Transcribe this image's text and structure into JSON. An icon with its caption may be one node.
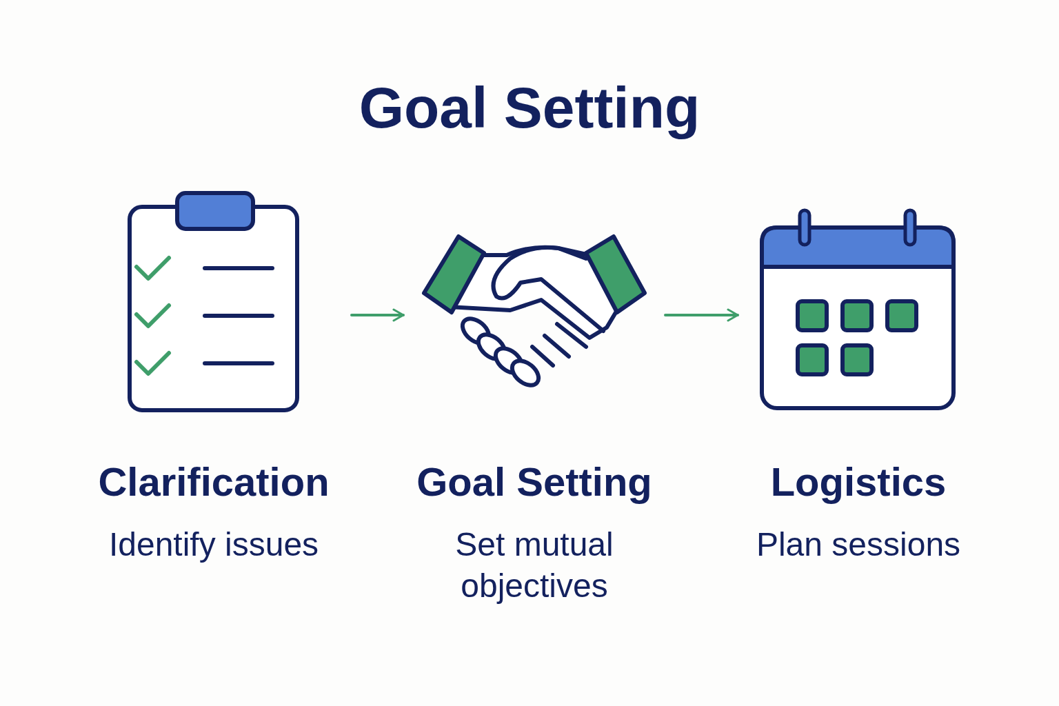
{
  "diagram": {
    "title": "Goal Setting",
    "nodes": [
      {
        "text": [
          "Clarification",
          "Identify issues"
        ]
      },
      {
        "text": [
          "Goal Setting",
          "Set mutual objectives"
        ]
      },
      {
        "text": [
          "Logistics",
          "Plan sessions"
        ]
      }
    ],
    "edges": [
      {
        "from": 0,
        "to": 1,
        "arrow": "to"
      },
      {
        "from": 1,
        "to": 2,
        "arrow": "to"
      }
    ]
  }
}
